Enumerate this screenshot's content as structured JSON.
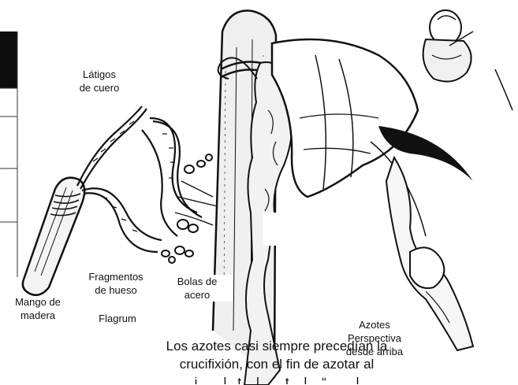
{
  "labels": {
    "whips": "Látigos\nde cuero",
    "bone": "Fragmentos\nde hueso",
    "steel": "Bolas de\nacero",
    "handle": "Mango de\nmadera",
    "flagrum": "Flagrum",
    "top_view": "Azotes\nPerspectiva\ndesde arriba"
  },
  "caption": {
    "line1": "Los azotes casi siempre precedían la",
    "line2": "crucifixión, con el fin de azotar al",
    "line3": "...i...     ...l...t...  l...  ...t  ...l... “...  ... l..."
  },
  "colors": {
    "ink": "#111111",
    "panel_dark": "#0d0d0d",
    "paper": "#ffffff"
  }
}
